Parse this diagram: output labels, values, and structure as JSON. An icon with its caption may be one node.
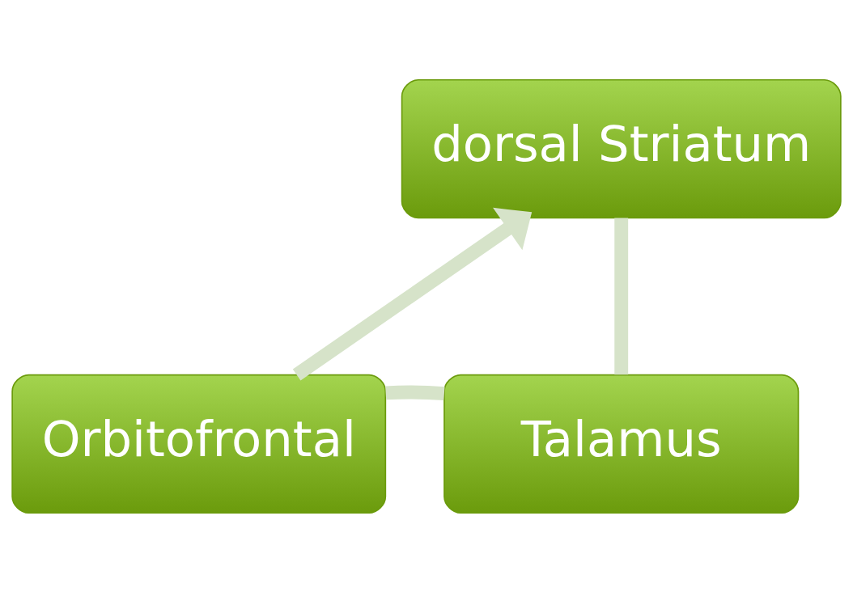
{
  "diagram": {
    "nodes": [
      {
        "text": [
          "dorsal Striatum"
        ]
      },
      {
        "text": [
          "Orbitofrontal"
        ]
      },
      {
        "text": [
          "Talamus"
        ]
      }
    ],
    "edges": [
      {
        "from": 0,
        "to": 2,
        "arrow": "none"
      },
      {
        "from": 2,
        "to": 1,
        "arrow": "none"
      },
      {
        "from": 1,
        "to": 0,
        "arrow": "to"
      }
    ]
  }
}
